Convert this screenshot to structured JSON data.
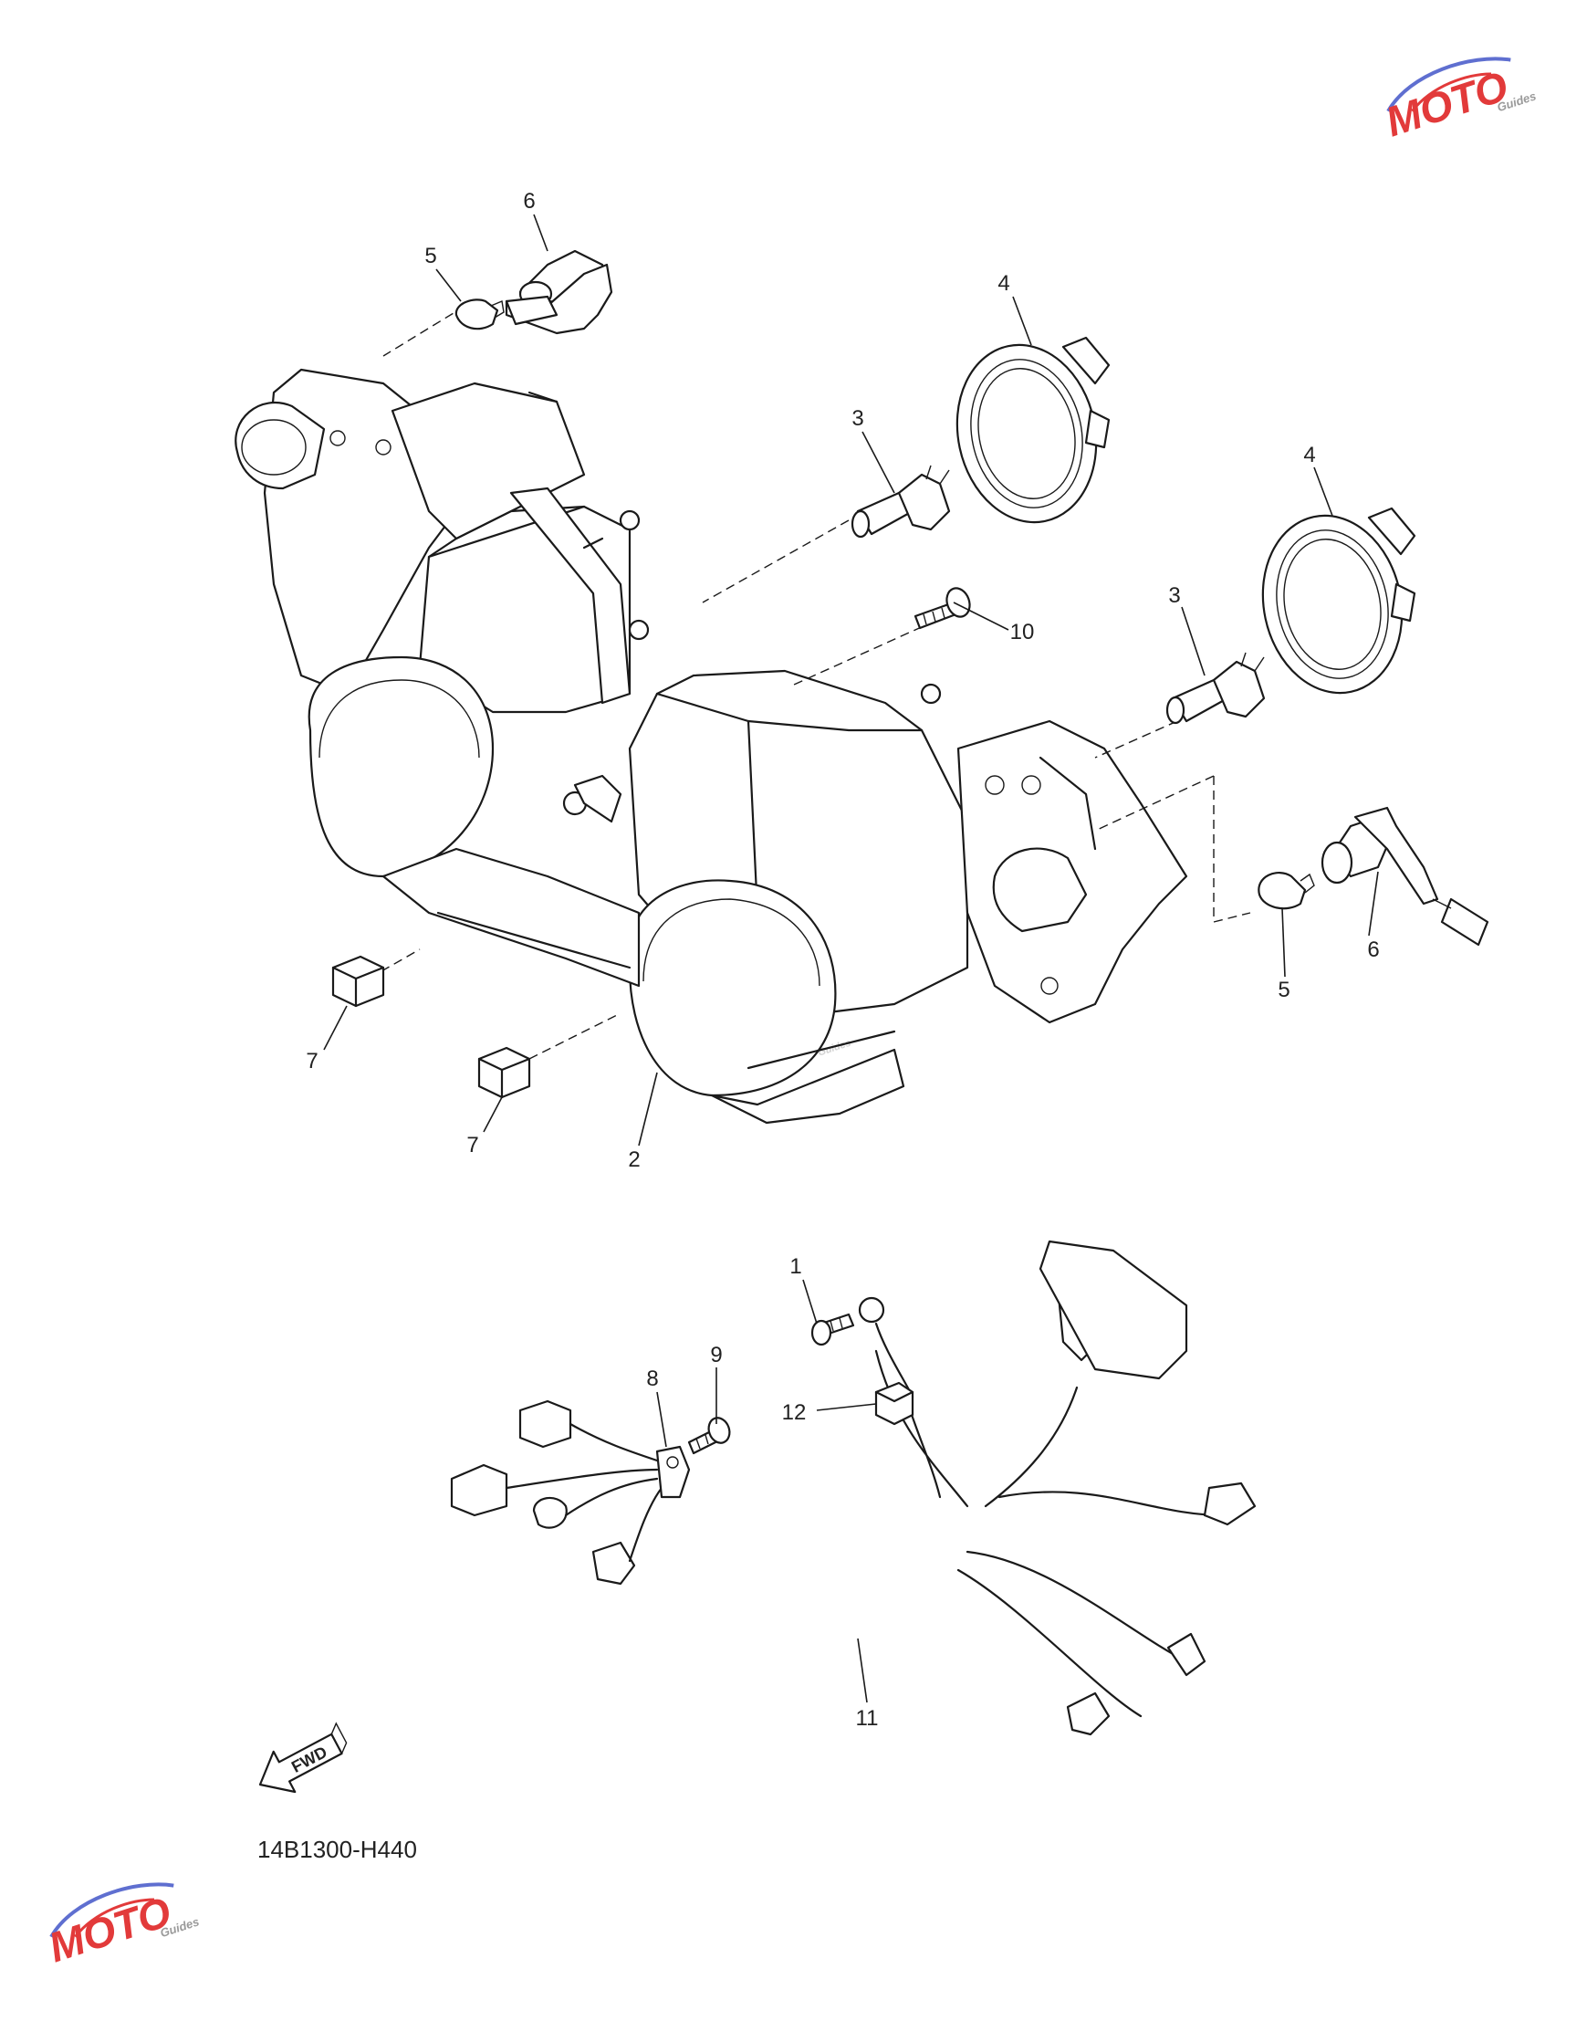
{
  "diagram": {
    "code": "14B1300-H440",
    "fwd_label": "FWD",
    "callouts": {
      "c1": "1",
      "c2": "2",
      "c3a": "3",
      "c3b": "3",
      "c4a": "4",
      "c4b": "4",
      "c5a": "5",
      "c5b": "5",
      "c6a": "6",
      "c6b": "6",
      "c7a": "7",
      "c7b": "7",
      "c8": "8",
      "c9": "9",
      "c10": "10",
      "c11": "11",
      "c12": "12"
    }
  },
  "watermark": {
    "brand": "MOTO",
    "sub": "Guides",
    "colors": {
      "red": "#e23a3a",
      "blue": "#5f6fd0",
      "grey": "#9a9a9a"
    }
  }
}
